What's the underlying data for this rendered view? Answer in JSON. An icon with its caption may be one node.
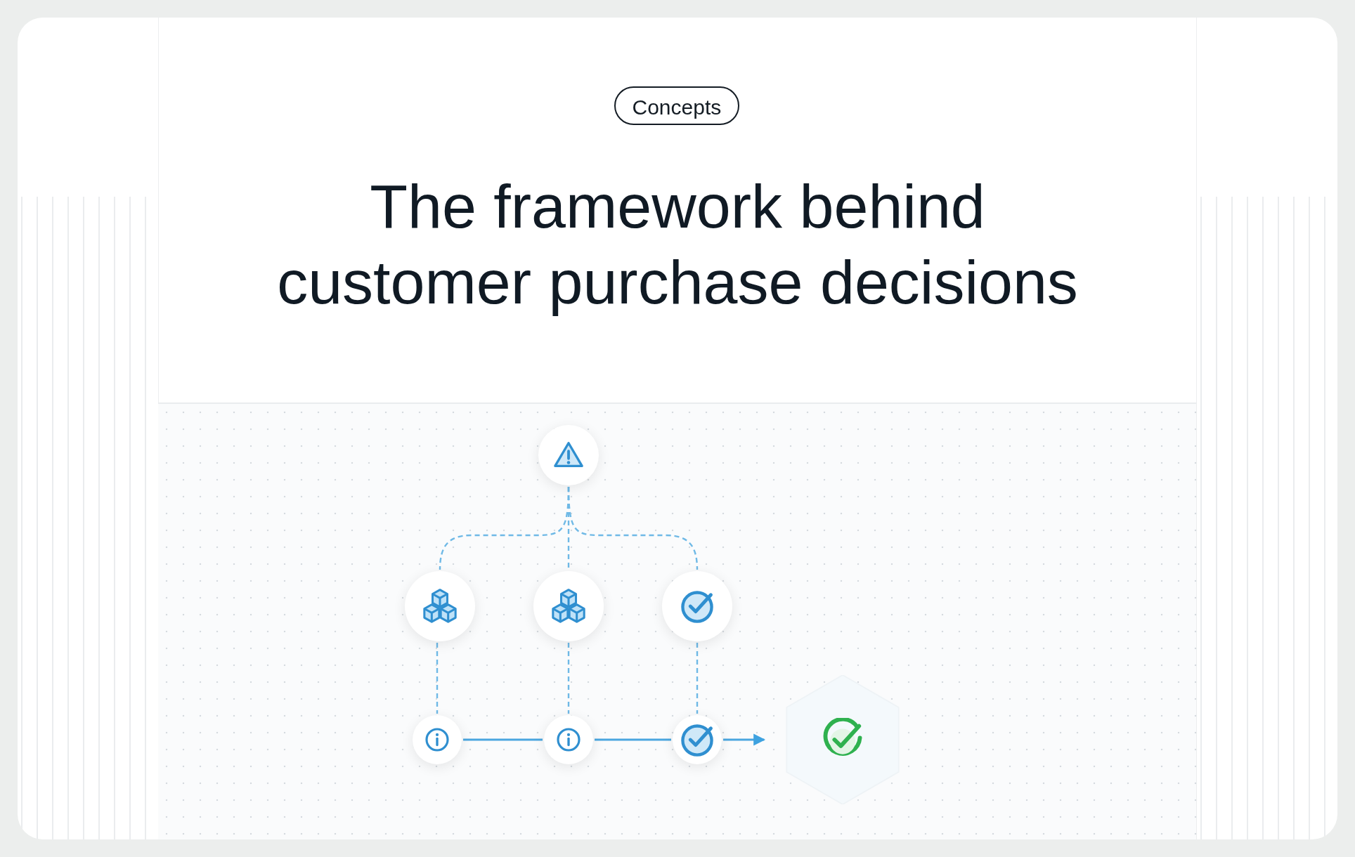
{
  "diagram": {
    "title": "The framework behind customer purchase decisions",
    "nodes": [
      {
        "text": [],
        "shape": "circle"
      },
      {
        "text": [],
        "shape": "circle"
      },
      {
        "text": [],
        "shape": "circle"
      },
      {
        "text": [],
        "shape": "circle"
      },
      {
        "text": [],
        "shape": "circle"
      },
      {
        "text": [],
        "shape": "circle"
      },
      {
        "text": [],
        "shape": "circle"
      },
      {
        "text": [],
        "shape": "hexagon"
      }
    ],
    "edges": [
      {
        "from": 0,
        "to": 1,
        "arrow": "none",
        "style": "dashed"
      },
      {
        "from": 0,
        "to": 2,
        "arrow": "none",
        "style": "dashed"
      },
      {
        "from": 0,
        "to": 3,
        "arrow": "none",
        "style": "dashed"
      },
      {
        "from": 1,
        "to": 4,
        "arrow": "none",
        "style": "dashed"
      },
      {
        "from": 2,
        "to": 5,
        "arrow": "none",
        "style": "dashed"
      },
      {
        "from": 3,
        "to": 6,
        "arrow": "none",
        "style": "dashed"
      },
      {
        "from": 4,
        "to": 5,
        "arrow": "none"
      },
      {
        "from": 5,
        "to": 6,
        "arrow": "none"
      },
      {
        "from": 6,
        "to": 7,
        "arrow": "to"
      }
    ],
    "labels": [
      "Concepts"
    ]
  }
}
